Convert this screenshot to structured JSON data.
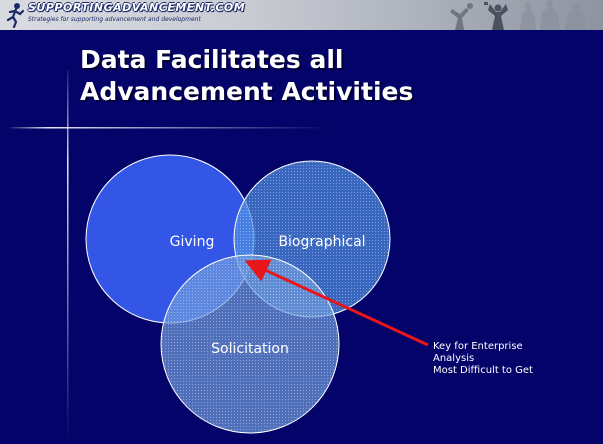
{
  "header": {
    "brand": "SUPPORTINGADVANCEMENT.COM",
    "tagline": "Strategies for supporting advancement and development"
  },
  "title": {
    "line1": "Data Facilitates all",
    "line2": "Advancement Activities"
  },
  "diagram": {
    "circles": [
      {
        "label": "Giving",
        "fill": "#3356e6",
        "texture": false
      },
      {
        "label": "Biographical",
        "fill": "#4f8fe0",
        "texture": true
      },
      {
        "label": "Solicitation",
        "fill": "#6f9bdc",
        "texture": true
      }
    ],
    "arrow_color": "#e8161a"
  },
  "annotation": {
    "line1": "Key for Enterprise",
    "line2": "Analysis",
    "line3": "Most Difficult to Get"
  },
  "colors": {
    "background": "#03036a",
    "title_text": "#ffffff"
  }
}
